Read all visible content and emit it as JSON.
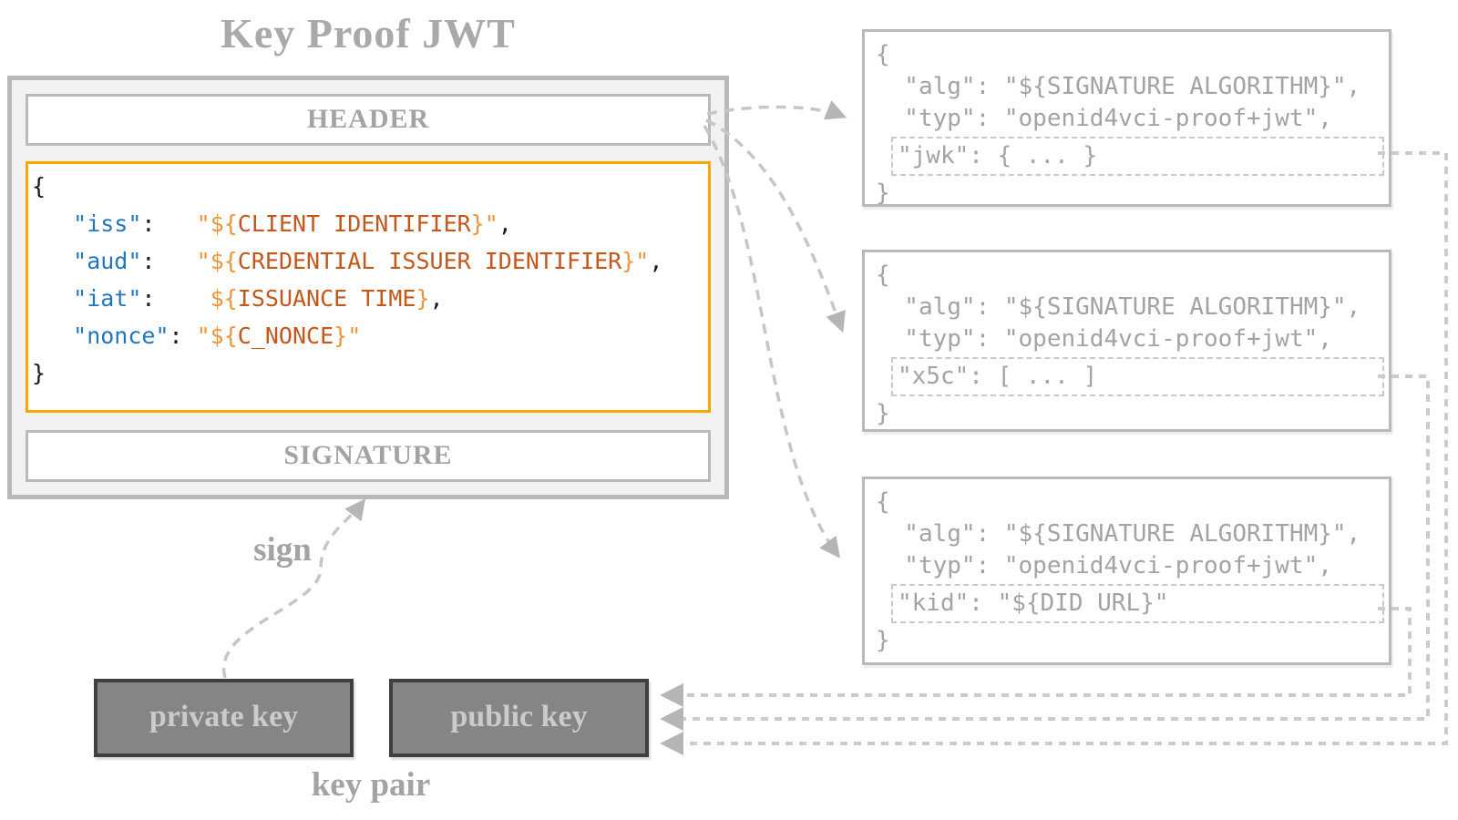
{
  "title": "Key Proof JWT",
  "jwt_box": {
    "header_label": "HEADER",
    "signature_label": "SIGNATURE",
    "payload": {
      "indent": "   ",
      "open_brace": "{",
      "close_brace": "}",
      "entries": [
        {
          "id": "iss",
          "key": "\"iss\"",
          "colon": ":",
          "gap": "   ",
          "pre": "\"${",
          "value": "CLIENT IDENTIFIER",
          "post": "}\"",
          "comma": ","
        },
        {
          "id": "aud",
          "key": "\"aud\"",
          "colon": ":",
          "gap": "   ",
          "pre": "\"${",
          "value": "CREDENTIAL ISSUER IDENTIFIER",
          "post": "}\"",
          "comma": ","
        },
        {
          "id": "iat",
          "key": "\"iat\"",
          "colon": ":",
          "gap": "    ",
          "pre": "${",
          "value": "ISSUANCE TIME",
          "post": "}",
          "comma": ","
        },
        {
          "id": "nonce",
          "key": "\"nonce\"",
          "colon": ":",
          "gap": " ",
          "pre": "\"${",
          "value": "C_NONCE",
          "post": "}\"",
          "comma": ""
        }
      ]
    }
  },
  "header_variants": [
    {
      "id": "jwk",
      "open_brace": "{",
      "alg_line": "  \"alg\": \"${SIGNATURE ALGORITHM}\",",
      "typ_line": "  \"typ\": \"openid4vci-proof+jwt\",",
      "highlight_line": "\"jwk\": { ... }",
      "close_brace": "}"
    },
    {
      "id": "x5c",
      "open_brace": "{",
      "alg_line": "  \"alg\": \"${SIGNATURE ALGORITHM}\",",
      "typ_line": "  \"typ\": \"openid4vci-proof+jwt\",",
      "highlight_line": "\"x5c\": [ ... ]",
      "close_brace": "}"
    },
    {
      "id": "kid",
      "open_brace": "{",
      "alg_line": "  \"alg\": \"${SIGNATURE ALGORITHM}\",",
      "typ_line": "  \"typ\": \"openid4vci-proof+jwt\",",
      "highlight_line": "\"kid\": \"${DID URL}\"",
      "close_brace": "}"
    }
  ],
  "sign_label": "sign",
  "key_pair": {
    "private_label": "private key",
    "public_label": "public key",
    "group_label": "key pair"
  },
  "colors": {
    "title_gray": "#a9a9a9",
    "label_gray": "#a3a3a3",
    "border_gray": "#b9b9b9",
    "panel_fill": "#f2f2f2",
    "accent_orange": "#f7a700",
    "json_black": "#1a1a1a",
    "json_key_blue": "#2176bd",
    "json_value_orange": "#c4571a",
    "json_punct_orange": "#f0943a",
    "code_gray": "#a3a3a3",
    "dashed_rect_gray": "#c9c9c9",
    "dark_box_fill": "#858585",
    "dark_box_border": "#3f3f3f",
    "dark_box_text": "#cbcbcb",
    "arrow_gray": "#c6c6c6",
    "arrowhead_gray": "#b5b5b5"
  }
}
